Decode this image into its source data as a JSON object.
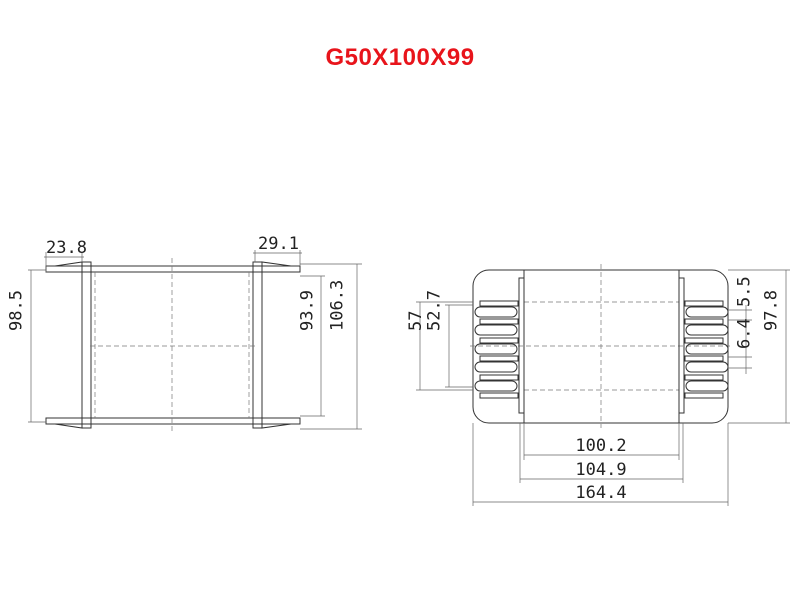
{
  "title": "G50X100X99",
  "title_color": "#e8141b",
  "side_view": {
    "dims": {
      "flange_left": "23.8",
      "flange_right": "29.1",
      "height_left": "98.5",
      "inner_height": "93.9",
      "overall_height": "106.3"
    }
  },
  "front_view": {
    "dims": {
      "window_outer": "57",
      "window_inner": "52.7",
      "pin_pitch_a": "5.5",
      "pin_pitch_b": "6.4",
      "overall_height": "97.8",
      "inner_width": "100.2",
      "mid_width": "104.9",
      "overall_width": "164.4"
    }
  }
}
